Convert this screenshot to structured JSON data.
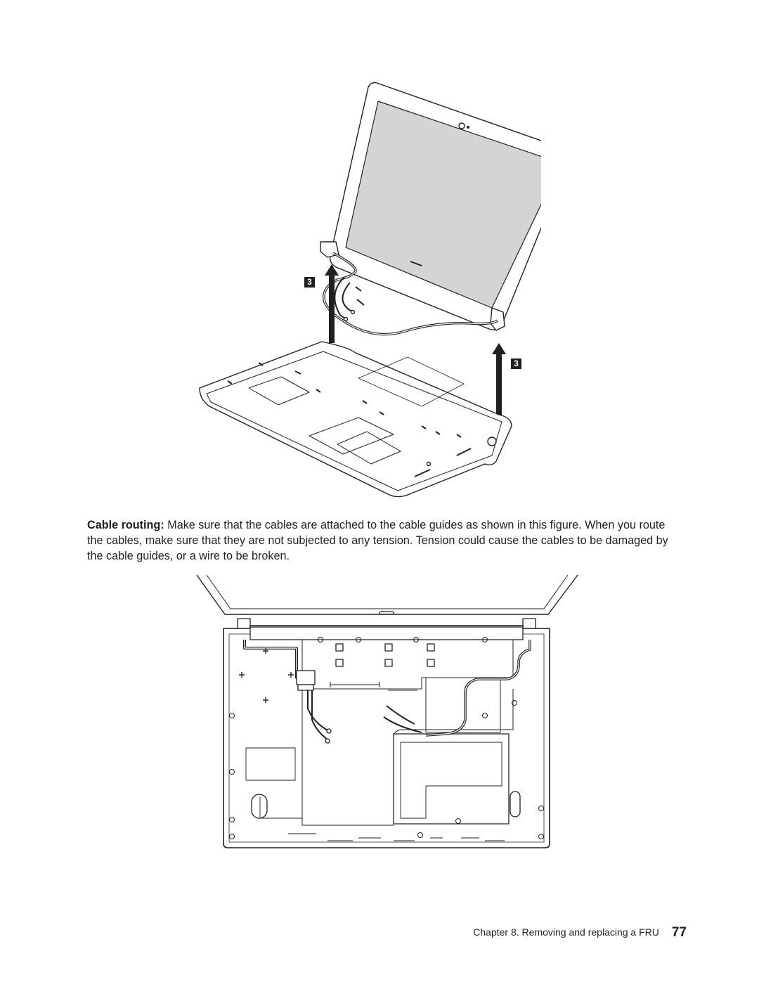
{
  "figure_top": {
    "step_labels": [
      "3",
      "3"
    ]
  },
  "paragraph": {
    "lead": "Cable routing:",
    "text": "Make sure that the cables are attached to the cable guides as shown in this figure. When you route the cables, make sure that they are not subjected to any tension. Tension could cause the cables to be damaged by the cable guides, or a wire to be broken."
  },
  "footer": {
    "chapter": "Chapter 8. Removing and replacing a FRU",
    "page_number": "77"
  },
  "colors": {
    "ink": "#231f20",
    "panel": "#d4d4d4"
  }
}
